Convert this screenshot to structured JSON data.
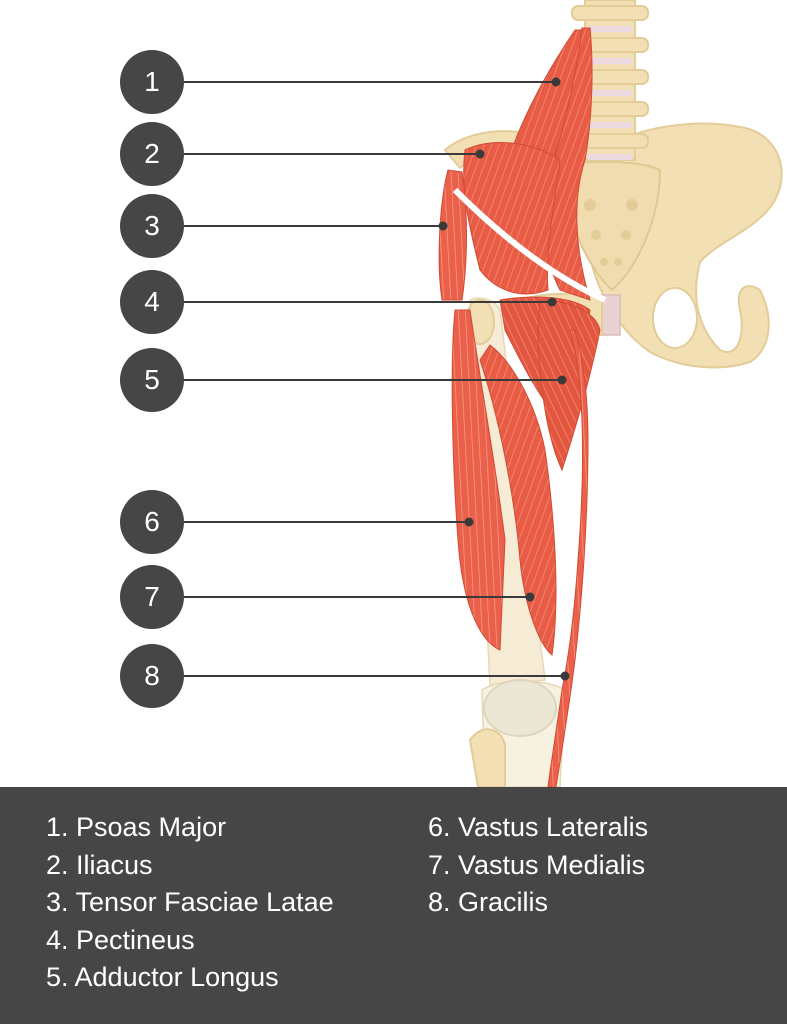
{
  "markers": [
    "1",
    "2",
    "3",
    "4",
    "5",
    "6",
    "7",
    "8"
  ],
  "legend": {
    "left": [
      "1. Psoas Major",
      "2. Iliacus",
      "3. Tensor Fasciae Latae",
      "4. Pectineus",
      "5. Adductor Longus"
    ],
    "right": [
      "6. Vastus Lateralis",
      "7. Vastus Medialis",
      "8. Gracilis"
    ]
  },
  "colors": {
    "marker": "#464646",
    "legend_background": "#464646",
    "muscle": "#e85c45",
    "bone": "#f2dfb4",
    "leader_line": "#3a3a3a"
  }
}
